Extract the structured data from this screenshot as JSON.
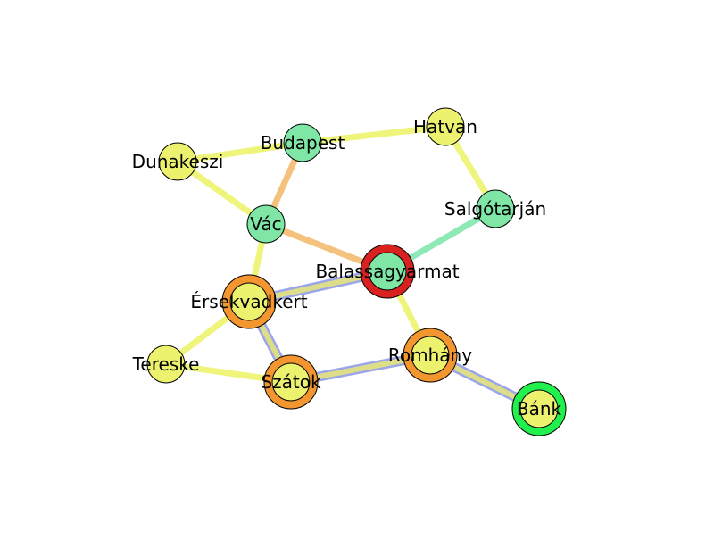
{
  "graph": {
    "colors": {
      "yellow_node": "#ecf26e",
      "green_node": "#7fe6a6",
      "red_ring": "#d92120",
      "orange_ring": "#f39630",
      "lime_ring": "#21f04d",
      "yellow_edge": "#eef57a",
      "orange_edge": "#f5c27e",
      "green_edge": "#8ee9b6",
      "blue_outline": "#9aa5ea",
      "path_fill": "#dddd8a"
    },
    "nodes": [
      {
        "id": "budapest",
        "label": "Budapest",
        "fill": "green",
        "ring": null
      },
      {
        "id": "hatvan",
        "label": "Hatvan",
        "fill": "yellow",
        "ring": null
      },
      {
        "id": "dunakeszi",
        "label": "Dunakeszi",
        "fill": "yellow",
        "ring": null
      },
      {
        "id": "salgotarjan",
        "label": "Salgótarján",
        "fill": "green",
        "ring": null
      },
      {
        "id": "vac",
        "label": "Vác",
        "fill": "green",
        "ring": null
      },
      {
        "id": "balassagyarmat",
        "label": "Balassagyarmat",
        "fill": "green",
        "ring": "red"
      },
      {
        "id": "ersekvadkert",
        "label": "Érsekvadkert",
        "fill": "yellow",
        "ring": "orange"
      },
      {
        "id": "tereske",
        "label": "Tereske",
        "fill": "yellow",
        "ring": null
      },
      {
        "id": "romhany",
        "label": "Romhány",
        "fill": "yellow",
        "ring": "orange"
      },
      {
        "id": "szatok",
        "label": "Szátok",
        "fill": "yellow",
        "ring": "orange"
      },
      {
        "id": "bank",
        "label": "Bánk",
        "fill": "yellow",
        "ring": "lime"
      }
    ],
    "edges": [
      {
        "from": "dunakeszi",
        "to": "budapest",
        "style": "yellow"
      },
      {
        "from": "budapest",
        "to": "hatvan",
        "style": "yellow"
      },
      {
        "from": "hatvan",
        "to": "salgotarjan",
        "style": "yellow"
      },
      {
        "from": "dunakeszi",
        "to": "vac",
        "style": "yellow"
      },
      {
        "from": "budapest",
        "to": "vac",
        "style": "orange"
      },
      {
        "from": "vac",
        "to": "balassagyarmat",
        "style": "orange"
      },
      {
        "from": "salgotarjan",
        "to": "balassagyarmat",
        "style": "green"
      },
      {
        "from": "vac",
        "to": "ersekvadkert",
        "style": "yellow"
      },
      {
        "from": "balassagyarmat",
        "to": "romhany",
        "style": "yellow"
      },
      {
        "from": "ersekvadkert",
        "to": "tereske",
        "style": "yellow"
      },
      {
        "from": "tereske",
        "to": "szatok",
        "style": "yellow"
      },
      {
        "from": "balassagyarmat",
        "to": "ersekvadkert",
        "style": "path"
      },
      {
        "from": "ersekvadkert",
        "to": "szatok",
        "style": "path"
      },
      {
        "from": "szatok",
        "to": "romhany",
        "style": "path"
      },
      {
        "from": "romhany",
        "to": "bank",
        "style": "path"
      }
    ]
  }
}
